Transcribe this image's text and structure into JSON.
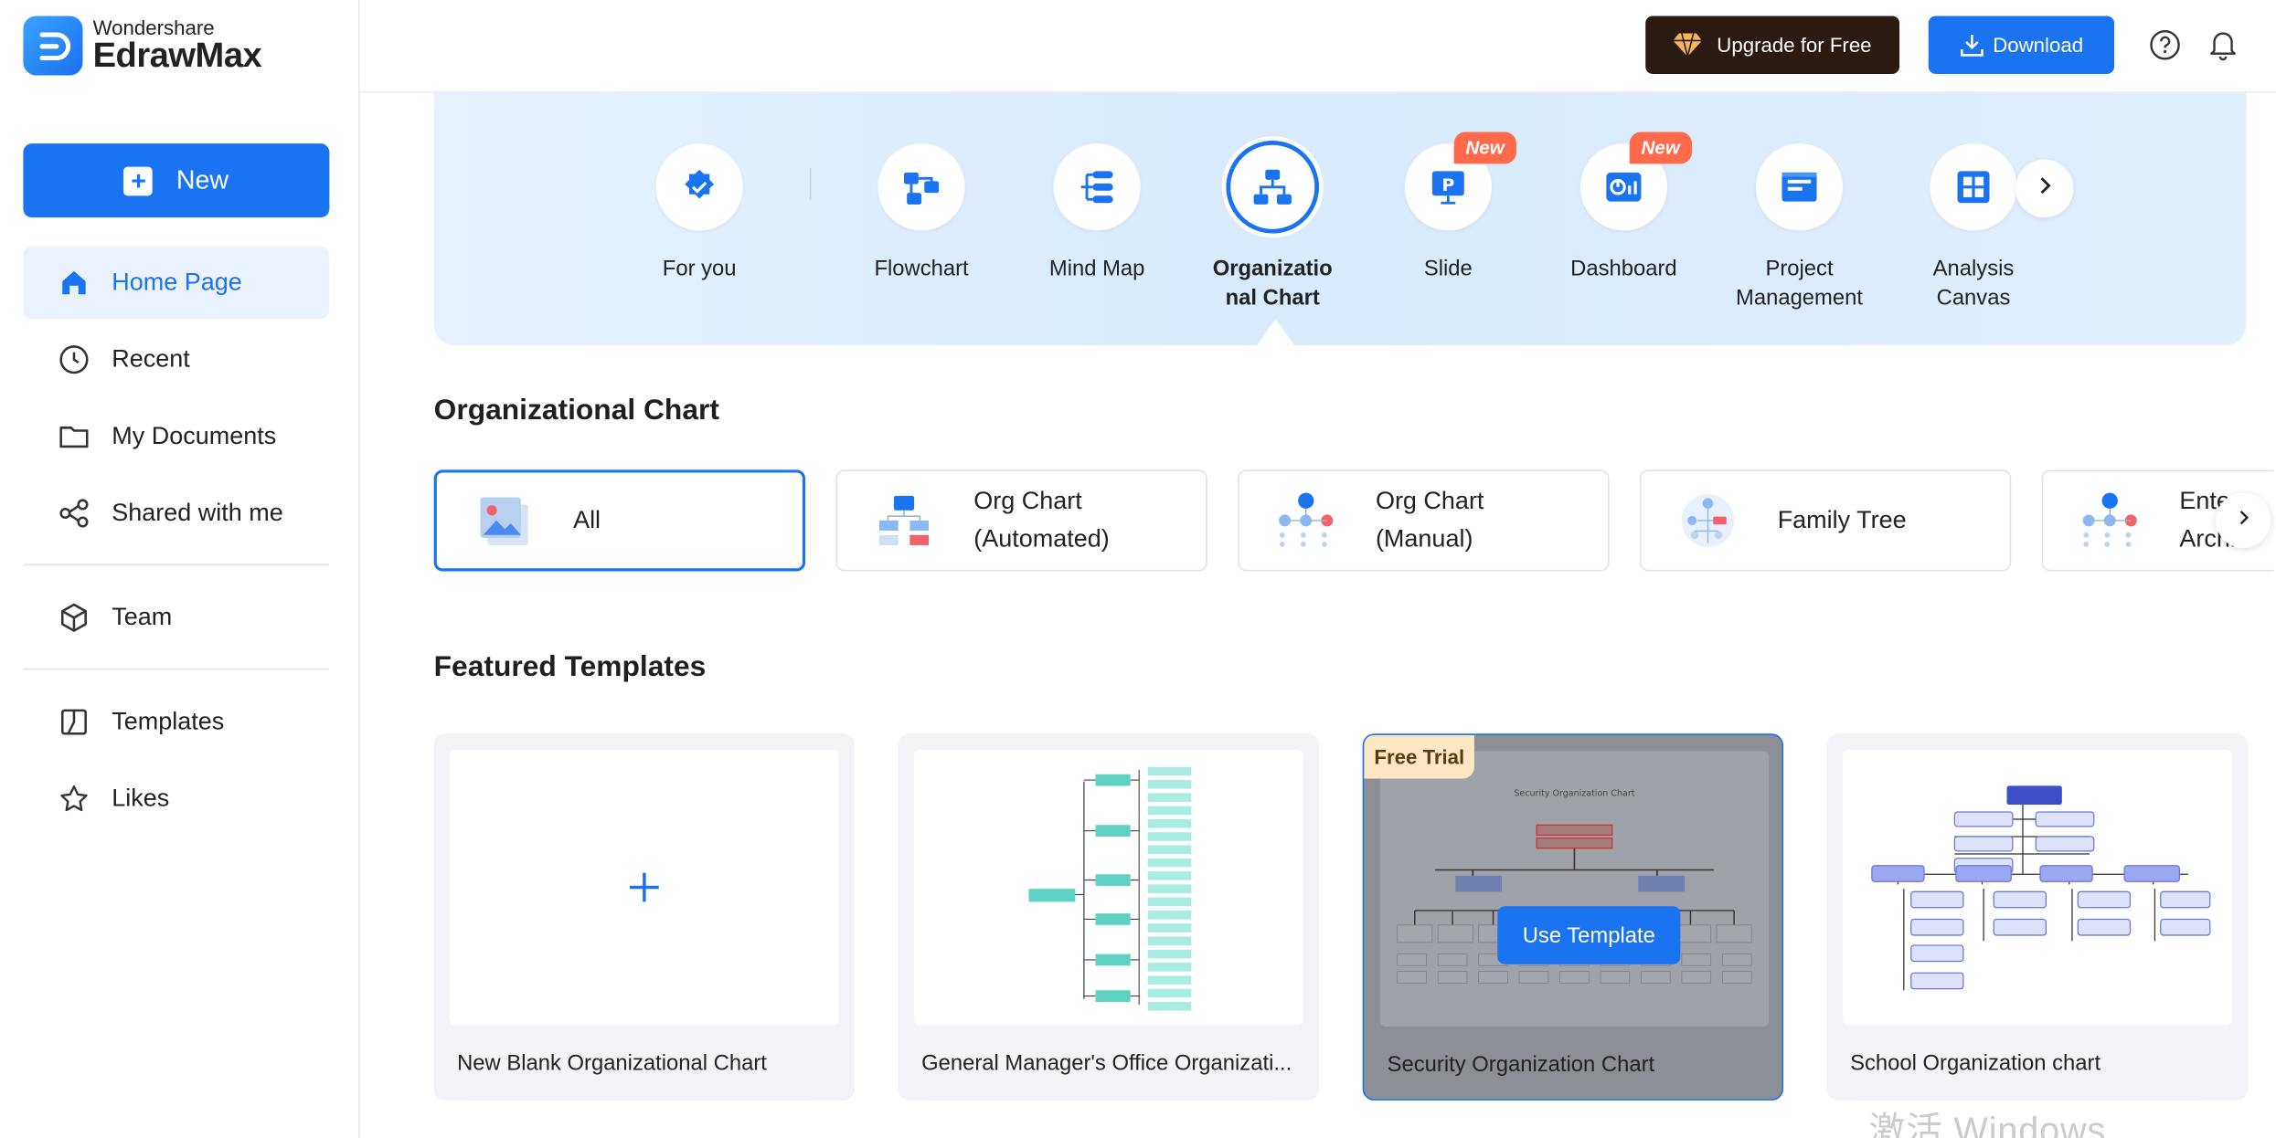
{
  "app": {
    "brand_top": "Wondershare",
    "brand_name": "EdrawMax"
  },
  "sidebar": {
    "new_label": "New",
    "items": [
      {
        "label": "Home Page",
        "icon": "home-icon",
        "active": true
      },
      {
        "label": "Recent",
        "icon": "clock-icon"
      },
      {
        "label": "My Documents",
        "icon": "folder-icon"
      },
      {
        "label": "Shared with me",
        "icon": "share-icon"
      },
      {
        "label": "Team",
        "icon": "cube-icon"
      },
      {
        "label": "Templates",
        "icon": "template-icon"
      },
      {
        "label": "Likes",
        "icon": "star-icon"
      }
    ]
  },
  "topbar": {
    "upgrade_label": "Upgrade for Free",
    "download_label": "Download"
  },
  "categories": [
    {
      "label": "For you",
      "icon": "sparkle-badge-icon"
    },
    {
      "label": "Flowchart",
      "icon": "flowchart-icon"
    },
    {
      "label": "Mind Map",
      "icon": "mind-map-icon"
    },
    {
      "label": "Organizatio nal Chart",
      "icon": "org-chart-icon",
      "selected": true
    },
    {
      "label": "Slide",
      "icon": "slide-icon",
      "badge": "New"
    },
    {
      "label": "Dashboard",
      "icon": "dashboard-icon",
      "badge": "New"
    },
    {
      "label": "Project Management",
      "icon": "project-management-icon"
    },
    {
      "label": "Analysis Canvas",
      "icon": "analysis-canvas-icon"
    }
  ],
  "section_title": "Organizational Chart",
  "types": [
    {
      "label": "All",
      "selected": true
    },
    {
      "label": "Org Chart (Automated)"
    },
    {
      "label": "Org Chart (Manual)"
    },
    {
      "label": "Family Tree"
    },
    {
      "label": "Ente Archi"
    }
  ],
  "featured_title": "Featured Templates",
  "templates": [
    {
      "caption": "New Blank Organizational Chart"
    },
    {
      "caption": "General Manager's Office Organizati..."
    },
    {
      "caption": "Security Organization Chart",
      "badge": "Free Trial",
      "hover_button": "Use Template",
      "preview_title": "Security Organization Chart"
    },
    {
      "caption": "School Organization chart"
    }
  ],
  "watermark": "激活 Windows",
  "colors": {
    "accent": "#1a73f0",
    "new_badge": "#ff6b4a",
    "upgrade_bg": "#2b1a12"
  }
}
